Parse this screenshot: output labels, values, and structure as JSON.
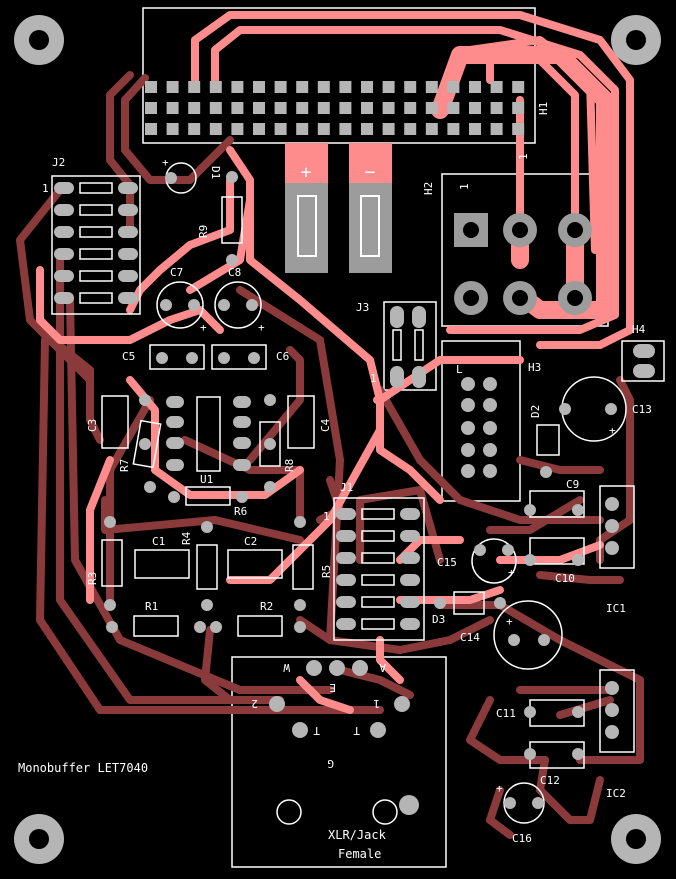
{
  "board": {
    "title": "Monobuffer LET7040",
    "connector_label_line1": "XLR/Jack",
    "connector_label_line2": "Female"
  },
  "colors": {
    "background": "#000000",
    "top_copper": "#ff8c8c",
    "bottom_copper": "#8a3a3a",
    "pad": "#b5b5b5",
    "silkscreen": "#ffffff"
  },
  "designators": {
    "J1": "J1",
    "J2": "J2",
    "J3": "J3",
    "H1": "H1",
    "H2": "H2",
    "H3": "H3",
    "H4": "H4",
    "U1": "U1",
    "IC1": "IC1",
    "IC2": "IC2",
    "D1": "D1",
    "D2": "D2",
    "D3": "D3",
    "R1": "R1",
    "R2": "R2",
    "R3": "R3",
    "R4": "R4",
    "R5": "R5",
    "R6": "R6",
    "R7": "R7",
    "R8": "R8",
    "R9": "R9",
    "C1": "C1",
    "C2": "C2",
    "C3": "C3",
    "C4": "C4",
    "C5": "C5",
    "C6": "C6",
    "C7": "C7",
    "C8": "C8",
    "C9": "C9",
    "C10": "C10",
    "C11": "C11",
    "C12": "C12",
    "C13": "C13",
    "C14": "C14",
    "C15": "C15",
    "C16": "C16"
  },
  "markings": {
    "pin1": "1",
    "plus": "+",
    "minus": "−",
    "L": "L",
    "xlr_w": "W",
    "xlr_a": "A",
    "xlr_e": "E",
    "xlr_2": "2",
    "xlr_1": "1",
    "xlr_t1": "T",
    "xlr_t2": "T",
    "xlr_g": "G"
  }
}
